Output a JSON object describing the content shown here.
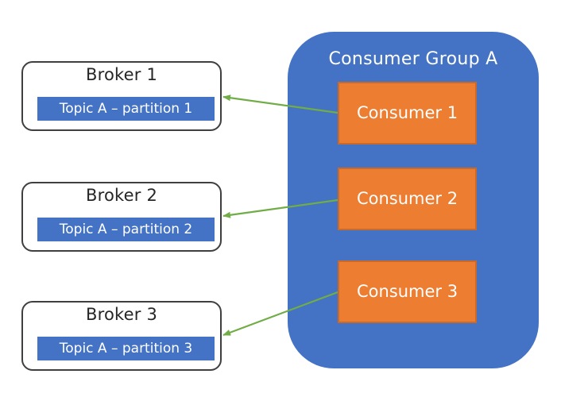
{
  "brokers": [
    {
      "title": "Broker 1",
      "partition": "Topic A – partition 1"
    },
    {
      "title": "Broker 2",
      "partition": "Topic A – partition 2"
    },
    {
      "title": "Broker 3",
      "partition": "Topic A – partition 3"
    }
  ],
  "consumer_group": {
    "label": "Consumer Group A",
    "consumers": [
      "Consumer 1",
      "Consumer 2",
      "Consumer 3"
    ]
  },
  "colors": {
    "group_fill": "#4472c4",
    "consumer_fill": "#ed7d31",
    "partition_fill": "#4472c4",
    "arrow": "#70ad47",
    "broker_border": "#3f3f3f"
  }
}
